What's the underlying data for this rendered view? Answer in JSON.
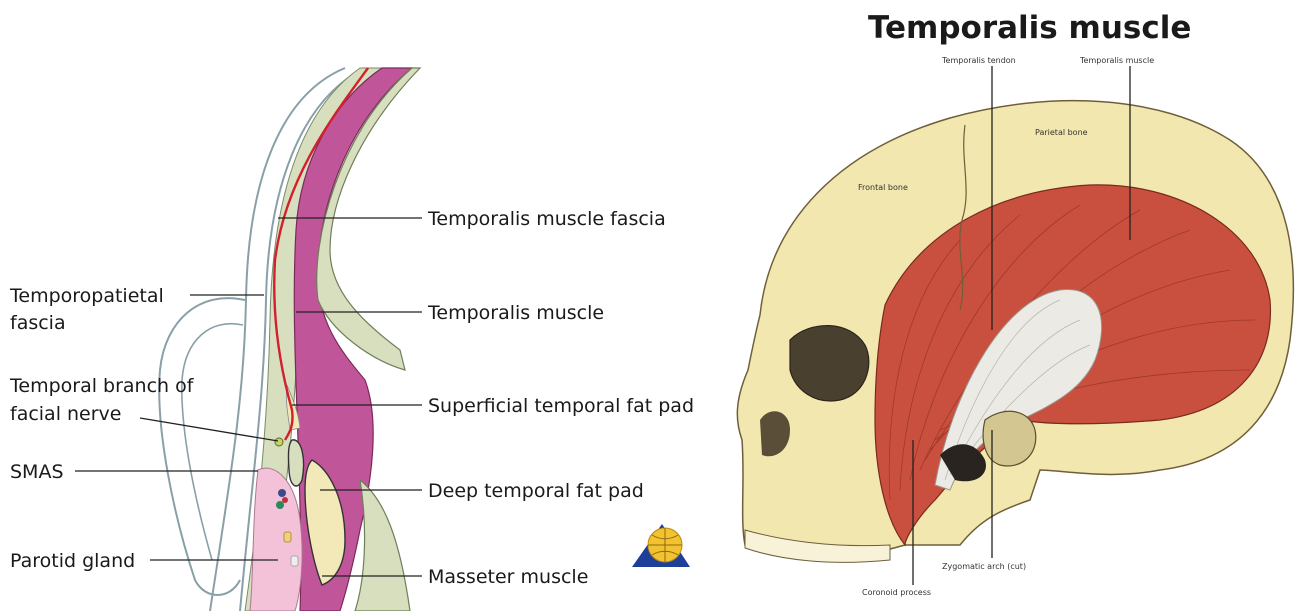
{
  "left_labels": {
    "temporoparietal_fascia_line1": "Temporopatietal",
    "temporoparietal_fascia_line2": "fascia",
    "temporal_branch_line1": "Temporal branch of",
    "temporal_branch_line2": "facial nerve",
    "smas": "SMAS",
    "parotid_gland": "Parotid gland",
    "temporalis_muscle_fascia": "Temporalis muscle fascia",
    "temporalis_muscle": "Temporalis muscle",
    "superficial_temporal_fat_pad": "Superficial temporal fat pad",
    "deep_temporal_fat_pad": "Deep temporal fat pad",
    "masseter_muscle": "Masseter muscle"
  },
  "right_panel": {
    "title": "Temporalis muscle",
    "temporalis_tendon": "Temporalis tendon",
    "temporalis_muscle": "Temporalis muscle",
    "parietal_bone": "Parietal bone",
    "frontal_bone": "Frontal bone",
    "zygomatic_arch": "Zygomatic arch (cut)",
    "coronoid_process": "Coronoid process"
  },
  "colors": {
    "muscle_purple": "#c0559a",
    "bone_green": "#d7dfbe",
    "fat_yellow": "#f3e8b7",
    "parotid_pink": "#f3c2d9",
    "nerve_red": "#d2202e",
    "skull_cream": "#f2e7ae",
    "temporalis_red": "#c9503f",
    "tendon_white": "#eceae4"
  }
}
